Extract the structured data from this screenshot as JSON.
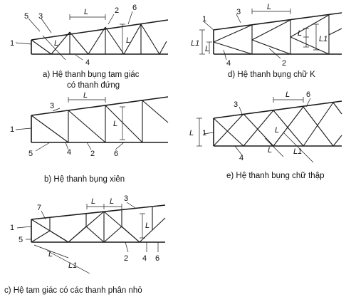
{
  "diagrams": [
    {
      "id": "a",
      "caption_line1": "a) Hệ thanh bụng tam giác",
      "caption_line2": "có thanh đứng",
      "callouts": [
        "1",
        "2",
        "3",
        "4",
        "5",
        "6"
      ],
      "dims": [
        "L",
        "L"
      ]
    },
    {
      "id": "b",
      "caption_line1": "b) Hệ thanh bụng xiên",
      "callouts": [
        "1",
        "2",
        "3",
        "4",
        "5",
        "6"
      ],
      "dims": [
        "L",
        "L"
      ]
    },
    {
      "id": "c",
      "caption_line1": "c) Hệ tam giác có các thanh phân nhỏ",
      "callouts": [
        "1",
        "2",
        "3",
        "4",
        "5",
        "6",
        "7"
      ],
      "dims": [
        "L",
        "L",
        "L",
        "L",
        "L1"
      ]
    },
    {
      "id": "d",
      "caption_line1": "d) Hệ thanh bụng chữ K",
      "callouts": [
        "1",
        "2",
        "3",
        "4"
      ],
      "dims": [
        "L",
        "L1",
        "L",
        "L",
        "L1"
      ]
    },
    {
      "id": "e",
      "caption_line1": "e) Hệ thanh bụng chữ thập",
      "callouts": [
        "1",
        "3",
        "4",
        "6"
      ],
      "dims": [
        "L",
        "L",
        "L",
        "L",
        "L1"
      ]
    }
  ]
}
